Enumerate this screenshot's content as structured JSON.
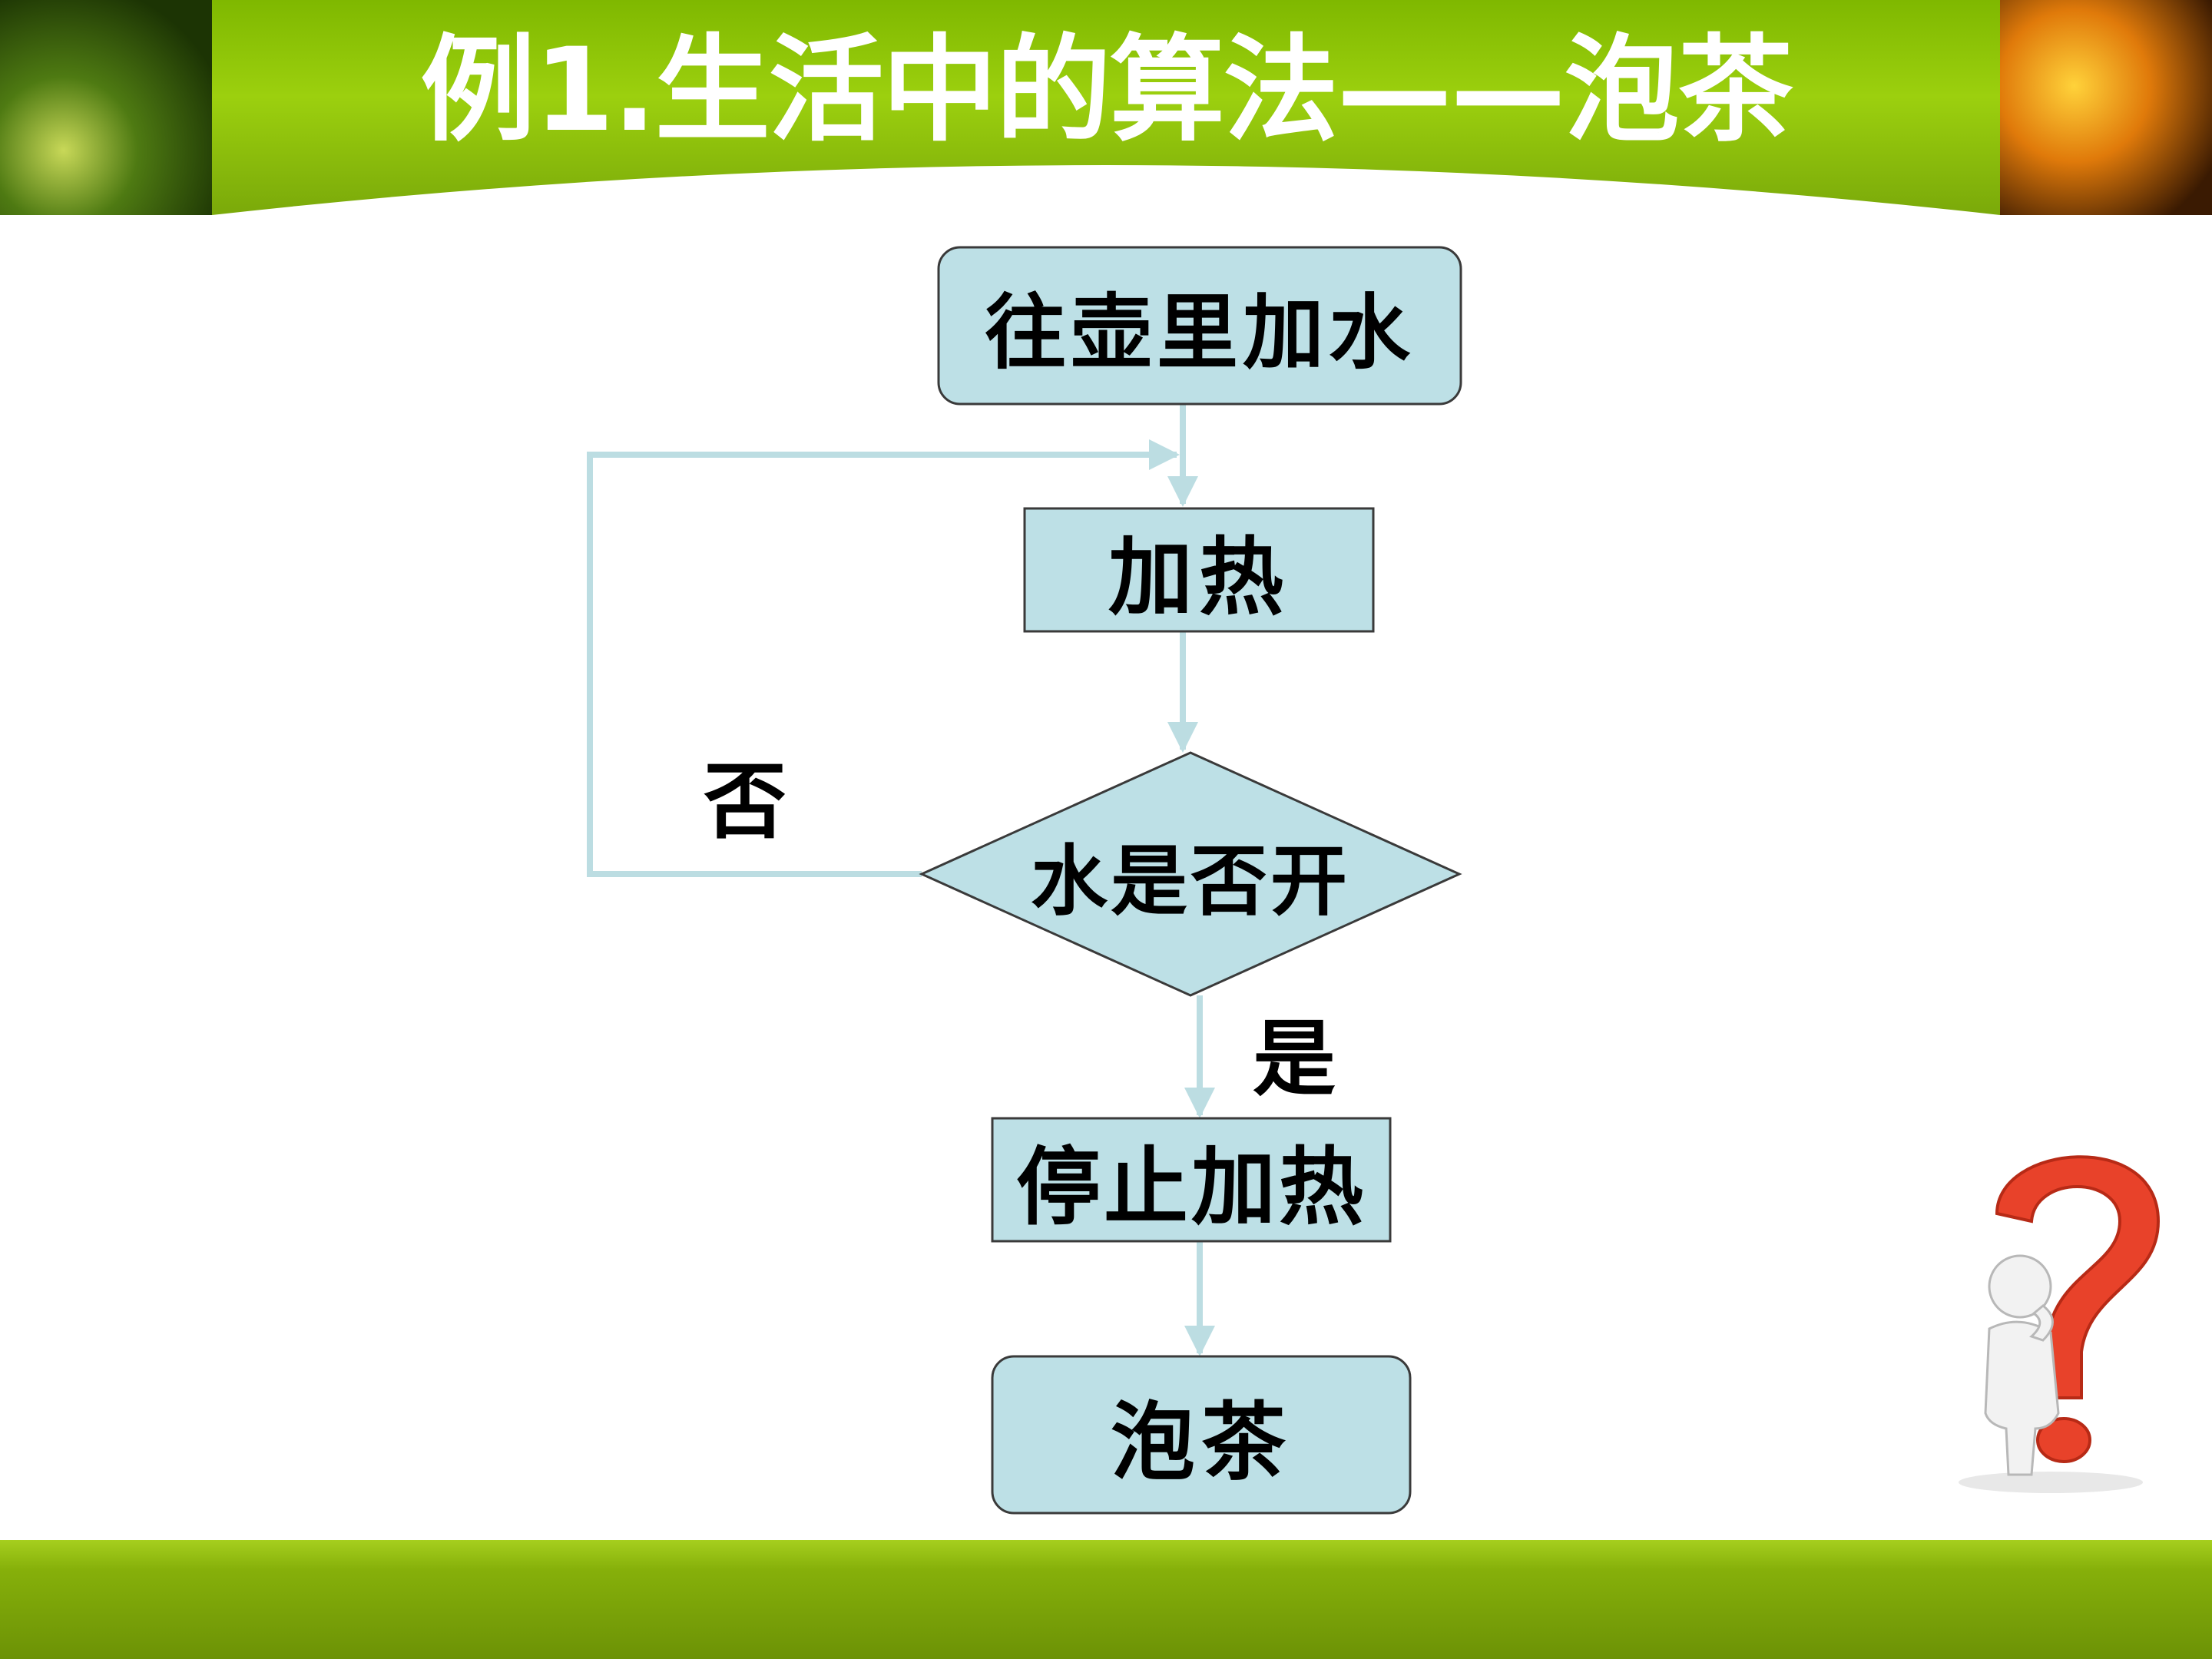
{
  "title": "例1.生活中的算法——泡茶",
  "flowchart": {
    "nodes": {
      "add_water": "往壶里加水",
      "heat": "加热",
      "decision": "水是否开",
      "stop_heat": "停止加热",
      "make_tea": "泡茶"
    },
    "edge_labels": {
      "no": "否",
      "yes": "是"
    }
  },
  "colors": {
    "node_fill": "#bde0e6",
    "node_stroke": "#3a3a3a",
    "arrow": "#bcdde2",
    "header": "#8cc00a",
    "footer": "#7aa00a"
  },
  "icons": [
    "question-mark-icon",
    "thinking-person-icon"
  ]
}
